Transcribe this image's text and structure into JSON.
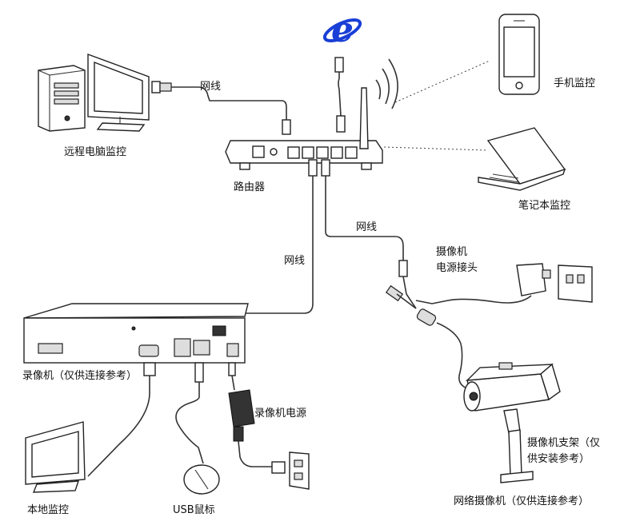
{
  "labels": {
    "remote_pc": "远程电脑监控",
    "router": "路由器",
    "phone": "手机监控",
    "laptop": "笔记本监控",
    "cable_top": "网线",
    "cable_mid": "网线",
    "cable_right": "网线",
    "camera_power_line1": "摄像机",
    "camera_power_line2": "电源接头",
    "dvr": "录像机（仅供连接参考）",
    "dvr_power": "录像机电源",
    "local_monitor": "本地监控",
    "usb_mouse": "USB鼠标",
    "camera_bracket_line1": "摄像机支架（仅",
    "camera_bracket_line2": "供安装参考）",
    "network_camera": "网络摄像机（仅供连接参考）"
  },
  "colors": {
    "ie_blue": "#1a3fd6",
    "line": "#333333"
  },
  "icons": [
    "internet-explorer-icon",
    "wifi-signal-icon"
  ]
}
